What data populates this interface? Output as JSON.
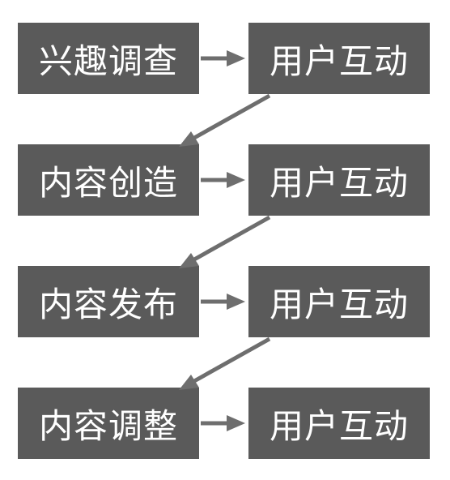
{
  "diagram": {
    "colors": {
      "box_fill": "#5a5a5a",
      "box_text": "#ffffff",
      "arrow": "#6e6e6e",
      "background": "#ffffff"
    },
    "rows": [
      {
        "step": "兴趣调查",
        "result": "用户互动"
      },
      {
        "step": "内容创造",
        "result": "用户互动"
      },
      {
        "step": "内容发布",
        "result": "用户互动"
      },
      {
        "step": "内容调整",
        "result": "用户互动"
      }
    ]
  }
}
